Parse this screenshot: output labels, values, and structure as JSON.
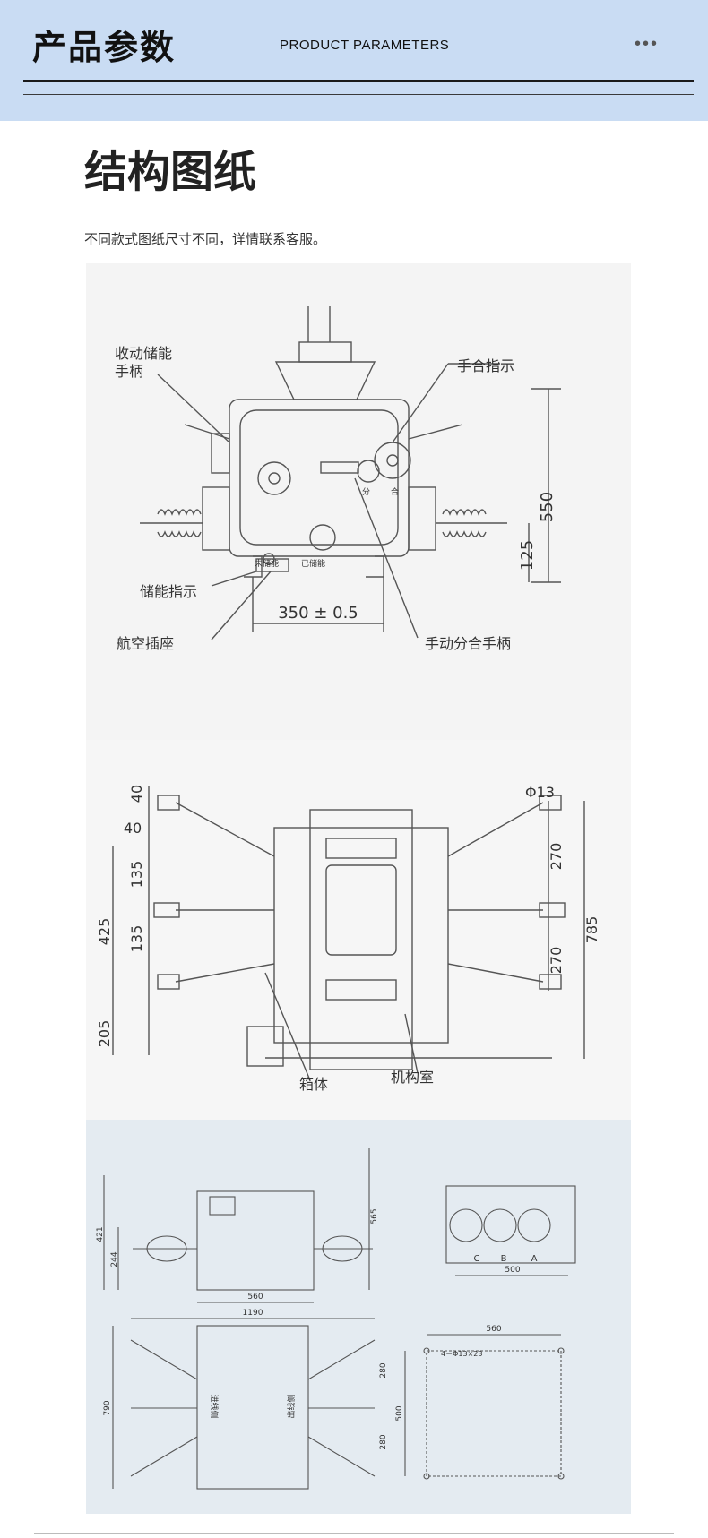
{
  "header": {
    "title_cn": "产品参数",
    "title_en": "PRODUCT PARAMETERS",
    "menu_label": "•••"
  },
  "section": {
    "title": "结构图纸",
    "note": "不同款式图纸尺寸不同，详情联系客服。"
  },
  "drawing1": {
    "labels": {
      "handle": "收动储能",
      "handle2": "手柄",
      "close_indicator": "手合指示",
      "storage_indicator": "储能指示",
      "socket": "航空插座",
      "manual_handle": "手动分合手柄",
      "open": "分",
      "close": "合",
      "uncharged": "未储能",
      "charged": "已储能"
    },
    "dims": {
      "height": "550",
      "sub_height": "125",
      "width": "350 ± 0.5"
    }
  },
  "drawing2": {
    "labels": {
      "box": "箱体",
      "mechanism": "机构室"
    },
    "dims": {
      "d40a": "40",
      "d40b": "40",
      "phi": "Φ13",
      "d135a": "135",
      "d135b": "135",
      "d425": "425",
      "d205": "205",
      "d270a": "270",
      "d270b": "270",
      "d785": "785"
    }
  },
  "drawing3": {
    "dims": {
      "d421": "421",
      "d244": "244",
      "d560a": "560",
      "d565": "565",
      "d500a": "500",
      "d1190": "1190",
      "d790": "790",
      "d280a": "280",
      "d280b": "280",
      "d560b": "560",
      "d500b": "500",
      "holes": "4－Φ13×23"
    },
    "phases": [
      "C",
      "B",
      "A"
    ],
    "labels": {
      "in_line": "进线侧",
      "out_line": "出线侧"
    }
  },
  "colors": {
    "header_bg": "#c9dcf3",
    "line": "#555555"
  }
}
